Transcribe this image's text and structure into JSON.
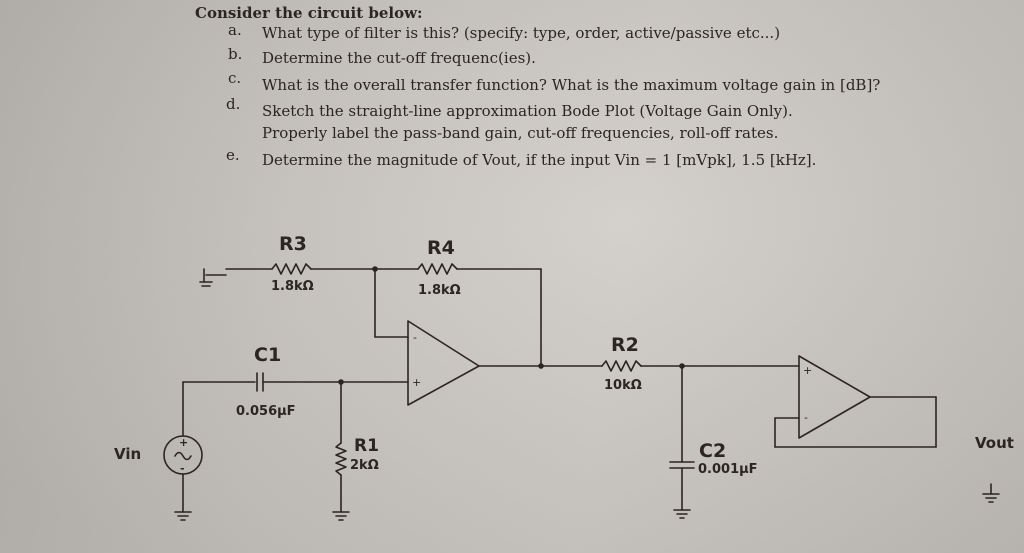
{
  "question": {
    "intro": "Consider the circuit below:",
    "items": [
      {
        "letter": "a.",
        "text": "What type of filter is this? (specify: type, order, active/passive etc...)"
      },
      {
        "letter": "b.",
        "text": "Determine the cut-off frequenc(ies)."
      },
      {
        "letter": "c.",
        "text": "What is the overall transfer function? What is the maximum voltage gain in [dB]?"
      },
      {
        "letter": "d.",
        "text": "Sketch the straight-line approximation Bode Plot (Voltage Gain Only).",
        "text2": "Properly label the pass-band gain, cut-off frequencies, roll-off rates."
      },
      {
        "letter": "e.",
        "text": "Determine the magnitude of Vout, if the input Vin = 1 [mVpk], 1.5 [kHz]."
      }
    ]
  },
  "circuit": {
    "r3": {
      "name": "R3",
      "value": "1.8kΩ"
    },
    "r4": {
      "name": "R4",
      "value": "1.8kΩ"
    },
    "c1": {
      "name": "C1",
      "value": "0.056µF"
    },
    "r1": {
      "name": "R1",
      "value": "2kΩ"
    },
    "r2": {
      "name": "R2",
      "value": "10kΩ"
    },
    "c2": {
      "name": "C2",
      "value": "0.001µF"
    },
    "vin": "Vin",
    "vout": "Vout",
    "source_plus": "+",
    "source_minus": "-",
    "opamp1_minus": "-",
    "opamp1_plus": "+",
    "opamp2_plus": "+",
    "opamp2_minus": "-"
  }
}
